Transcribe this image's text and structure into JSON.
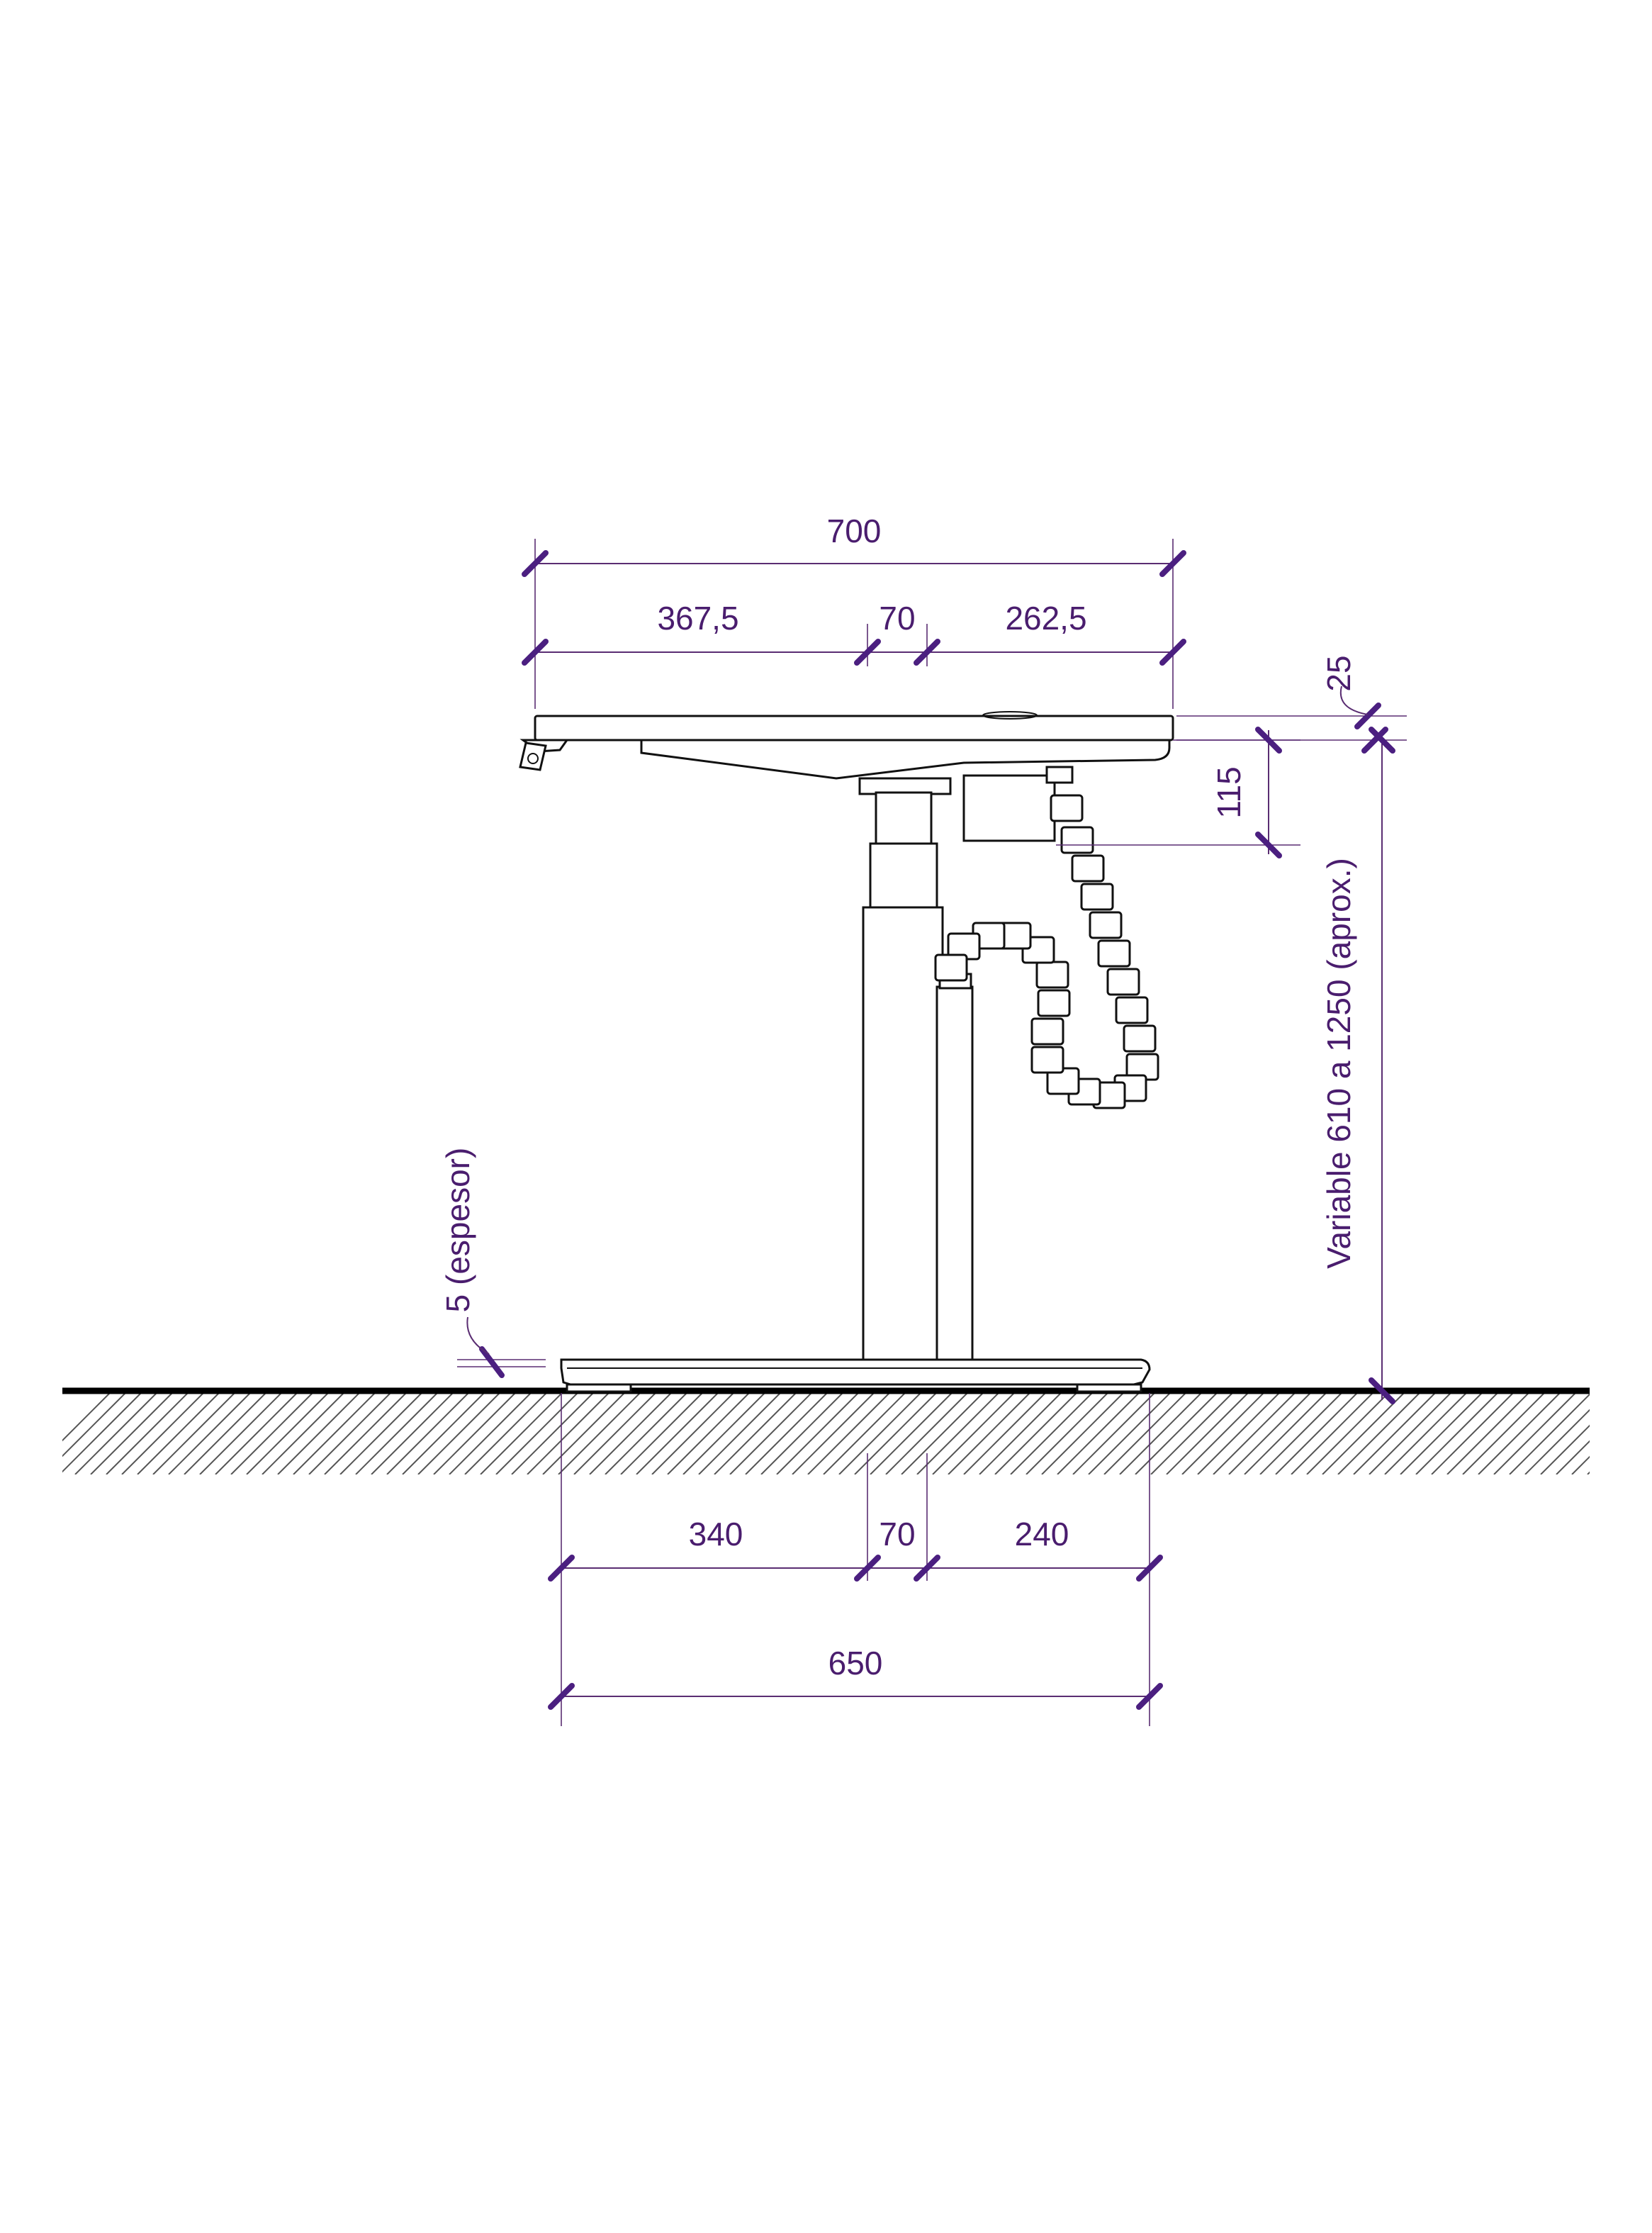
{
  "drawing": {
    "dimensions": {
      "top_total": "700",
      "top_left": "367,5",
      "top_mid": "70",
      "top_right": "262,5",
      "top_thickness": "25",
      "box_height": "115",
      "height_range": "Variable 610 a 1250 (aprox.)",
      "base_thickness": "5 (espesor)",
      "base_left": "340",
      "base_mid": "70",
      "base_right": "240",
      "base_total": "650"
    },
    "colors": {
      "dimension": "#4b1f80",
      "object": "#111111"
    }
  }
}
